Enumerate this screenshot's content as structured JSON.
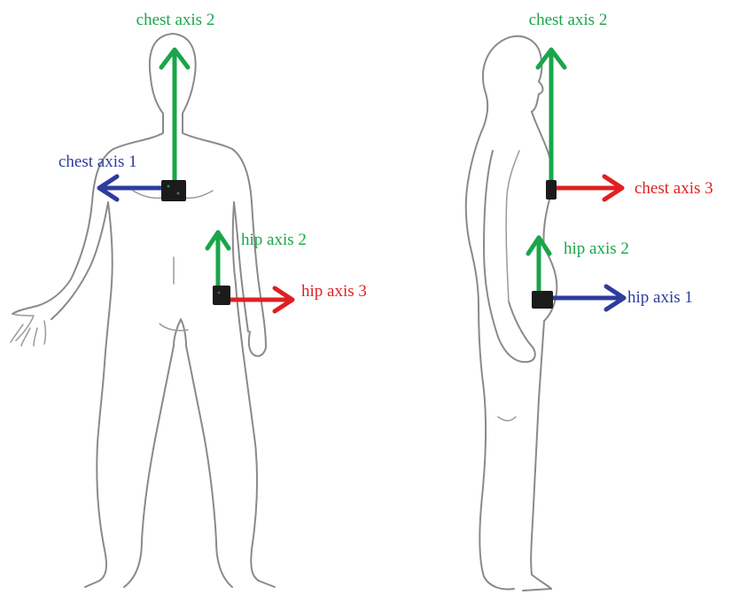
{
  "colors": {
    "axis_green": "#1aa54a",
    "axis_blue": "#2e3c9c",
    "axis_red": "#e02020",
    "outline": "#8a8a8a"
  },
  "front_view": {
    "chest_axis_1": {
      "label": "chest axis 1",
      "color": "#2e3c9c"
    },
    "chest_axis_2": {
      "label": "chest axis 2",
      "color": "#1aa54a"
    },
    "hip_axis_2": {
      "label": "hip axis 2",
      "color": "#1aa54a"
    },
    "hip_axis_3": {
      "label": "hip axis 3",
      "color": "#e02020"
    }
  },
  "side_view": {
    "chest_axis_2": {
      "label": "chest axis 2",
      "color": "#1aa54a"
    },
    "chest_axis_3": {
      "label": "chest axis 3",
      "color": "#e02020"
    },
    "hip_axis_2": {
      "label": "hip axis 2",
      "color": "#1aa54a"
    },
    "hip_axis_1": {
      "label": "hip axis 1",
      "color": "#2e3c9c"
    }
  }
}
